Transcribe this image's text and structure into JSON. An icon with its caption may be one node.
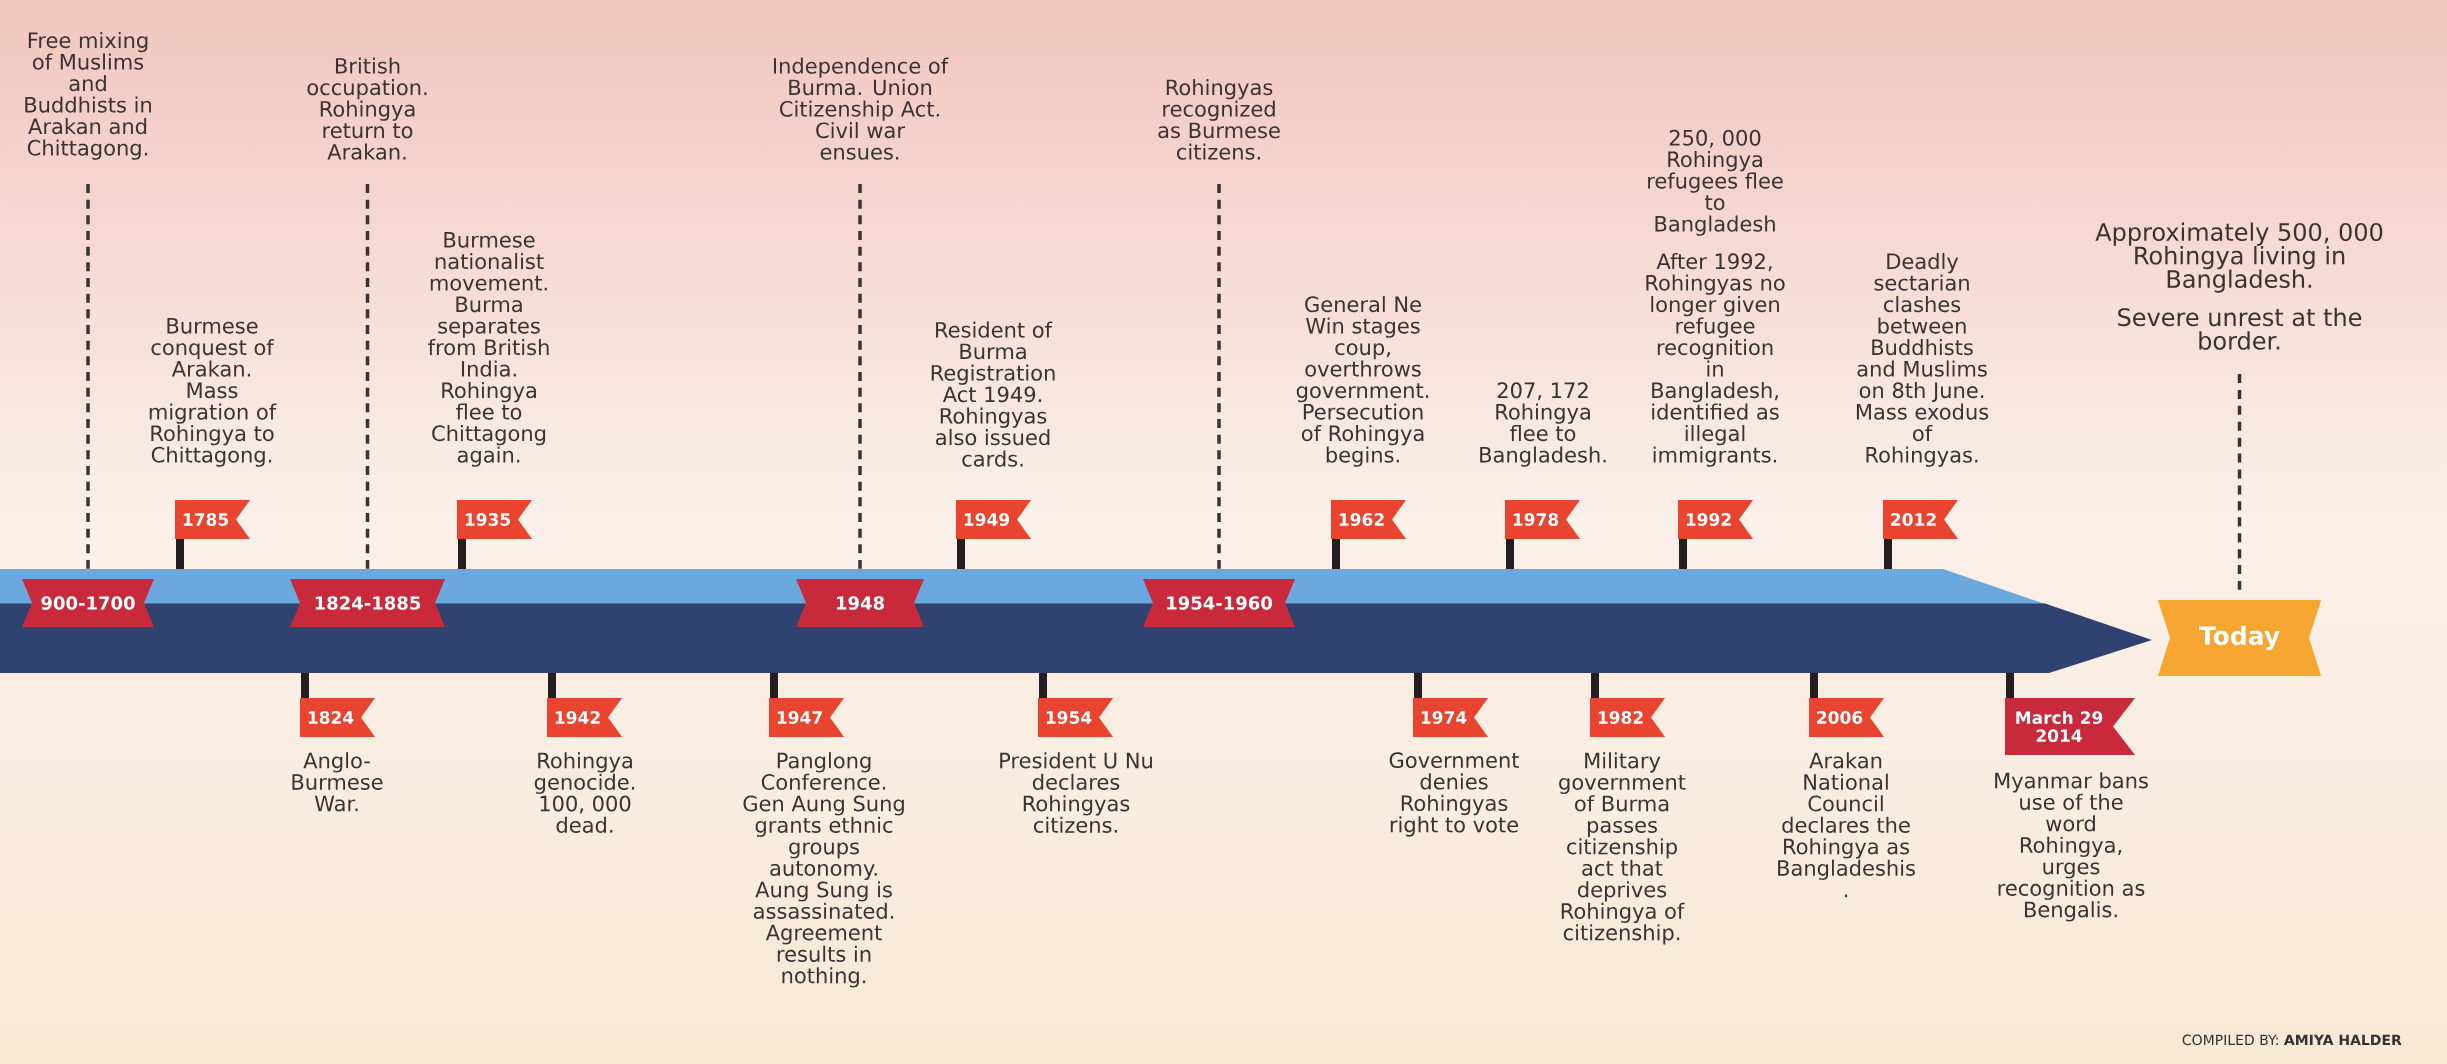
{
  "diagram": {
    "nodes": [
      {
        "text": [
          "Free mixing of Muslims and Buddhists in Arakan and Chittagong."
        ]
      },
      {
        "text": [
          "900-1700"
        ]
      },
      {
        "text": [
          "1785"
        ],
        "beside": [
          "Burmese conquest of Arakan. Mass migration of Rohingya to Chittagong."
        ]
      },
      {
        "text": [
          "1824"
        ],
        "beside": [
          "Anglo- Burmese War."
        ]
      },
      {
        "text": [
          "British occupation. Rohingya return to Arakan."
        ]
      },
      {
        "text": [
          "1824-1885"
        ]
      },
      {
        "text": [
          "1935"
        ],
        "beside": [
          "Burmese nationalist movement. Burma separates from British India. Rohingya flee to Chittagong again."
        ]
      },
      {
        "text": [
          "1942"
        ],
        "beside": [
          "Rohingya genocide. 100, 000 dead."
        ]
      },
      {
        "text": [
          "1947"
        ],
        "beside": [
          "Panglong Conference. Gen Aung Sung grants ethnic groups autonomy. Aung Sung is assassinated. Agreement results in nothing."
        ]
      },
      {
        "text": [
          "Independence of Burma. Union Citizenship Act. Civil war ensues."
        ]
      },
      {
        "text": [
          "1948"
        ]
      },
      {
        "text": [
          "1949"
        ],
        "beside": [
          "Resident of Burma Registration Act 1949. Rohingyas also issued cards."
        ]
      },
      {
        "text": [
          "1954"
        ],
        "beside": [
          "President U Nu declares Rohingyas citizens."
        ]
      },
      {
        "text": [
          "Rohingyas recognized as Burmese citizens."
        ]
      },
      {
        "text": [
          "1954-1960"
        ]
      },
      {
        "text": [
          "1962"
        ],
        "beside": [
          "General Ne Win stages coup, overthrows government. Persecution of Rohingya begins."
        ]
      },
      {
        "text": [
          "1974"
        ],
        "beside": [
          "Government denies Rohingyas right to vote"
        ]
      },
      {
        "text": [
          "1978"
        ],
        "beside": [
          "207, 172 Rohingya flee to Bangladesh."
        ]
      },
      {
        "text": [
          "1982"
        ],
        "beside": [
          "Military government of Burma passes citizenship act that deprives Rohingya of citizenship."
        ]
      },
      {
        "text": [
          "1992"
        ],
        "beside": [
          "250, 000 Rohingya refugees flee to Bangladesh",
          "After 1992, Rohingyas no longer given refugee recognition in Bangladesh, identified as illegal immigrants."
        ]
      },
      {
        "text": [
          "2006"
        ],
        "beside": [
          "Arakan National Council declares the Rohingya as Bangladeshis ."
        ]
      },
      {
        "text": [
          "2012"
        ],
        "beside": [
          "Deadly sectarian clashes between Buddhists and Muslims on 8th June. Mass exodus of Rohingyas."
        ]
      },
      {
        "text": [
          "March 29 2014"
        ],
        "beside": [
          "Myanmar bans use of the word Rohingya, urges recognition as Bengalis."
        ]
      },
      {
        "text": [
          "Approximately 500, 000 Rohingya living in Bangladesh.",
          "Severe unrest at the border."
        ]
      },
      {
        "text": [
          "Today"
        ]
      }
    ],
    "edges": [
      {
        "from": 0,
        "to": 1,
        "arrow": "none",
        "style": "dashed"
      },
      {
        "from": 4,
        "to": 5,
        "arrow": "none",
        "style": "dashed"
      },
      {
        "from": 9,
        "to": 10,
        "arrow": "none",
        "style": "dashed"
      },
      {
        "from": 13,
        "to": 14,
        "arrow": "none",
        "style": "dashed"
      },
      {
        "from": 23,
        "to": 24,
        "arrow": "none",
        "style": "dashed"
      }
    ],
    "labels": [
      "COMPILED BY: **AMIYA HALDER**"
    ]
  }
}
